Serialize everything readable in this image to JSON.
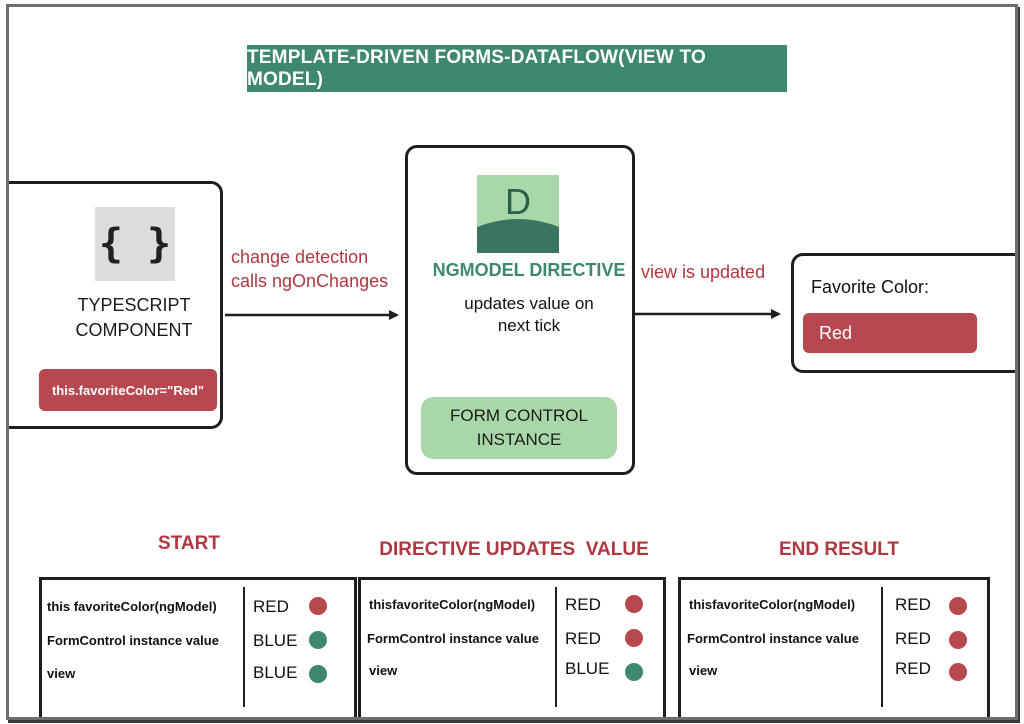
{
  "title": "TEMPLATE-DRIVEN FORMS-DATAFLOW(VIEW TO MODEL)",
  "component": {
    "icon": "curly-braces-icon",
    "braces": "{ }",
    "label_line1": "TYPESCRIPT",
    "label_line2": "COMPONENT",
    "code": "this.favoriteColor=\"Red\""
  },
  "arrow1": {
    "line1": "change detection",
    "line2": "calls ngOnChanges"
  },
  "directive": {
    "icon": "directive-icon",
    "letter": "D",
    "title": "NGMODEL DIRECTIVE",
    "desc_line1": "updates value on",
    "desc_line2": "next tick",
    "form_control_line1": "FORM CONTROL",
    "form_control_line2": "INSTANCE"
  },
  "arrow2": {
    "label": "view is updated"
  },
  "view": {
    "label": "Favorite Color:",
    "value": "Red"
  },
  "colors": {
    "red": "#b8484f",
    "green": "#3f8870",
    "light_green": "#a8d8a8",
    "title_red": "#b0363f"
  },
  "tables": [
    {
      "title": "START",
      "rows": [
        {
          "label": "this favoriteColor(ngModel)",
          "value": "RED",
          "dot": "red"
        },
        {
          "label": "FormControl instance value",
          "value": "BLUE",
          "dot": "green"
        },
        {
          "label": "view",
          "value": "BLUE",
          "dot": "green"
        }
      ]
    },
    {
      "title": "DIRECTIVE UPDATES  VALUE",
      "rows": [
        {
          "label": "thisfavoriteColor(ngModel)",
          "value": "RED",
          "dot": "red"
        },
        {
          "label": "FormControl instance value",
          "value": "RED",
          "dot": "red"
        },
        {
          "label": "view",
          "value": "BLUE",
          "dot": "green"
        }
      ]
    },
    {
      "title": "END RESULT",
      "rows": [
        {
          "label": "thisfavoriteColor(ngModel)",
          "value": "RED",
          "dot": "red"
        },
        {
          "label": "FormControl instance value",
          "value": "RED",
          "dot": "red"
        },
        {
          "label": "view",
          "value": "RED",
          "dot": "red"
        }
      ]
    }
  ]
}
